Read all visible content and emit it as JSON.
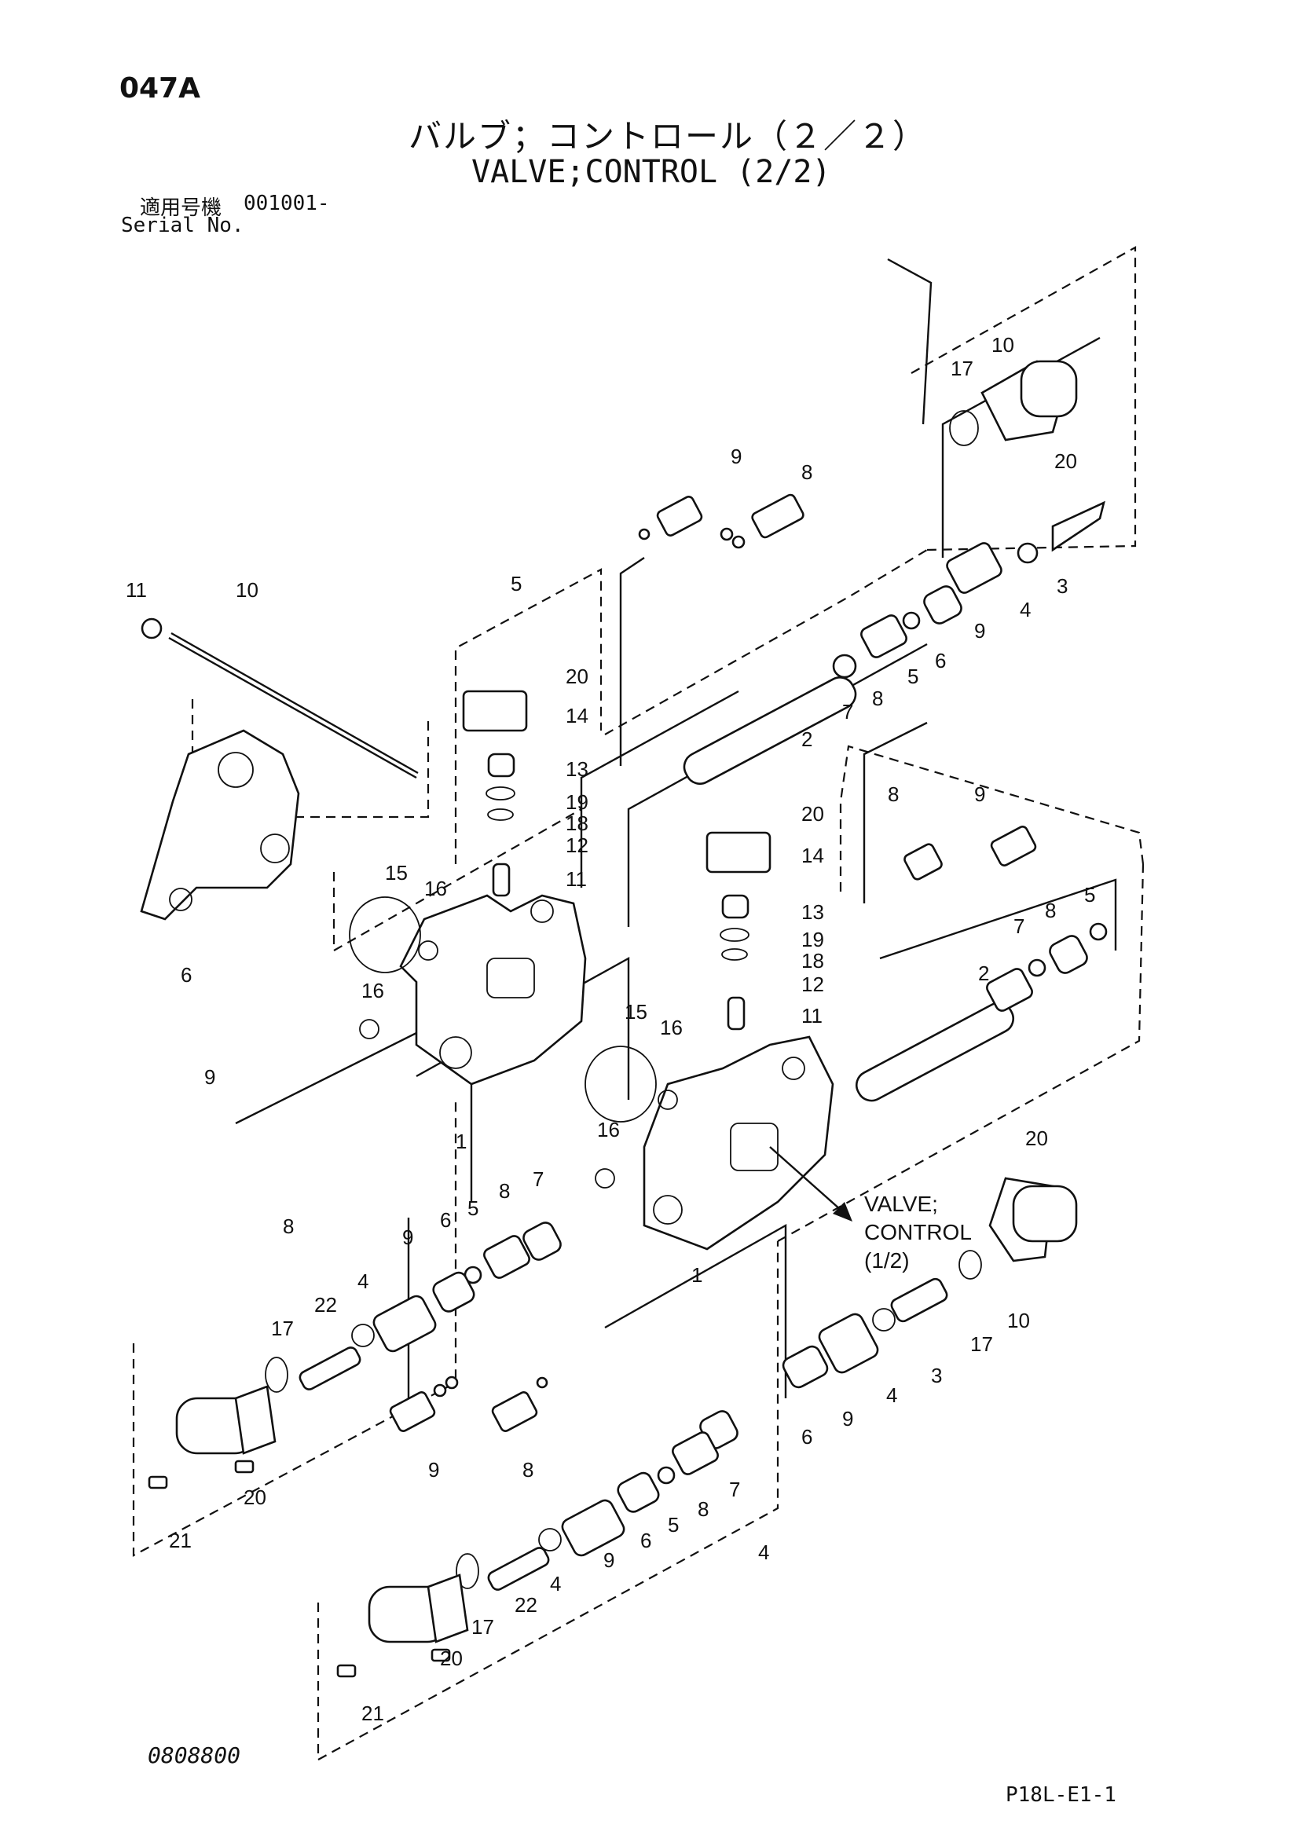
{
  "header": {
    "page_code": "047A",
    "title_jp": "バルブ；コントロール（２／２）",
    "title_en": "VALVE;CONTROL (2/2)",
    "serial_label_jp": "適用号機",
    "serial_value": "001001-",
    "serial_label_en": "Serial No."
  },
  "footer": {
    "drawing_code": "0808800",
    "reference": "P18L-E1-1"
  },
  "callout_note": [
    "VALVE;",
    "CONTROL",
    "(1/2)"
  ],
  "callouts": {
    "upper_right_section": [
      "10",
      "17",
      "20",
      "9",
      "8",
      "3",
      "4",
      "9",
      "6",
      "5",
      "8",
      "7",
      "2"
    ],
    "upper_left_body": [
      "5",
      "20",
      "14",
      "13",
      "19",
      "18",
      "12",
      "11",
      "15",
      "16",
      "16",
      "1",
      "9",
      "8",
      "11",
      "10",
      "6"
    ],
    "upper_lower_spring_group": [
      "7",
      "8",
      "5",
      "6",
      "9",
      "4",
      "22",
      "17",
      "21",
      "20",
      "9",
      "8"
    ],
    "right_body": [
      "8",
      "9",
      "20",
      "14",
      "13",
      "19",
      "18",
      "12",
      "11",
      "15",
      "16",
      "16",
      "1",
      "2",
      "7",
      "8",
      "5"
    ],
    "right_lower_group": [
      "20",
      "10",
      "17",
      "3",
      "4",
      "9",
      "6"
    ],
    "bottom_group": [
      "7",
      "8",
      "5",
      "6",
      "9",
      "4",
      "22",
      "17",
      "20",
      "21",
      "4"
    ]
  }
}
